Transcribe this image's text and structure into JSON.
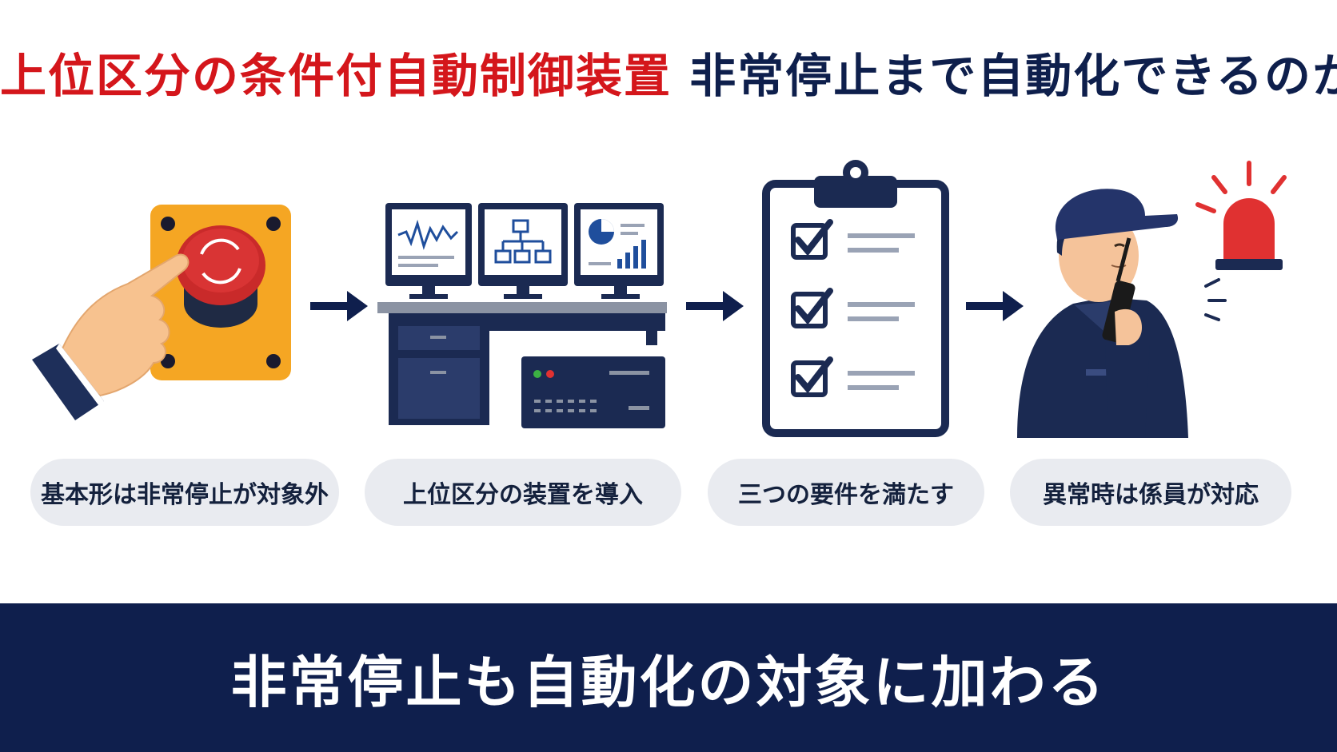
{
  "title": {
    "part1": "上位区分の条件付自動制御装置",
    "part2": "非常停止まで自動化できるのか"
  },
  "steps": [
    {
      "label": "基本形は非常停止が対象外",
      "icon": "emergency-stop-button-icon"
    },
    {
      "label": "上位区分の装置を導入",
      "icon": "control-workstation-icon"
    },
    {
      "label": "三つの要件を満たす",
      "icon": "checklist-clipboard-icon"
    },
    {
      "label": "異常時は係員が対応",
      "icon": "staff-with-radio-icon"
    }
  ],
  "banner": {
    "text": "非常停止も自動化の対象に加わる"
  },
  "colors": {
    "accent_red": "#d4161b",
    "navy": "#0f1f4d",
    "pill_bg": "#e9ebf0",
    "button_panel": "#f5a623"
  }
}
